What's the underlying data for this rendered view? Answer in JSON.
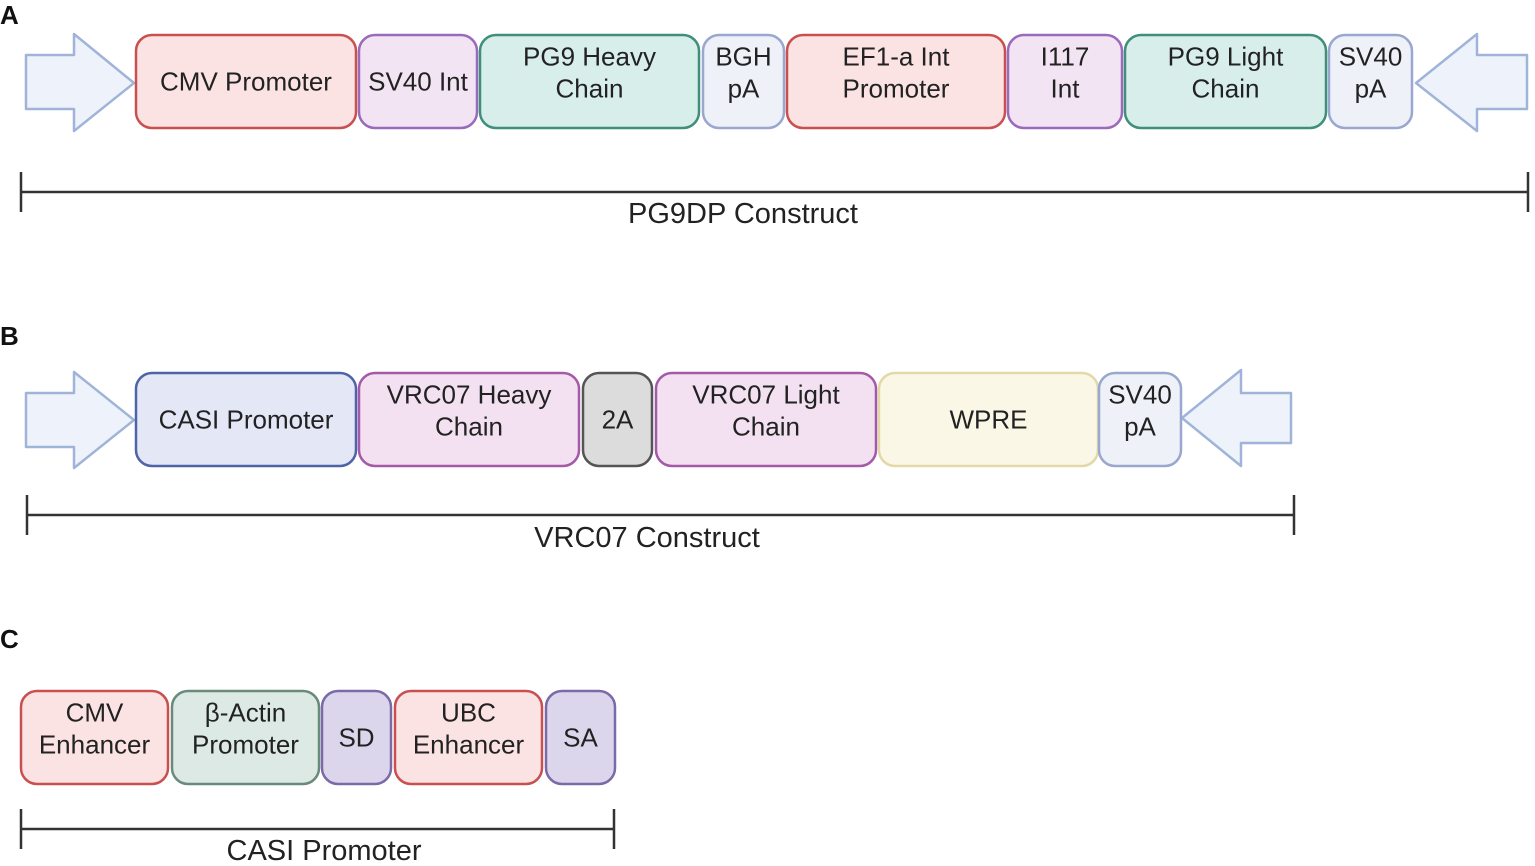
{
  "panels": [
    {
      "letter": "A",
      "construct_label": "PG9DP Construct",
      "elements": [
        {
          "id": "cmv-promoter",
          "lines": [
            "CMV Promoter"
          ],
          "fill": "#fbe3e3",
          "stroke": "#c95050"
        },
        {
          "id": "sv40-int",
          "lines": [
            "SV40 Int"
          ],
          "fill": "#f3e4f3",
          "stroke": "#9a6bbd"
        },
        {
          "id": "pg9-heavy-chain",
          "lines": [
            "PG9 Heavy",
            "Chain"
          ],
          "fill": "#d8eeeb",
          "stroke": "#3f8f7a"
        },
        {
          "id": "bgh-pa",
          "lines": [
            "BGH",
            "pA"
          ],
          "fill": "#eef1f8",
          "stroke": "#9aa7cf"
        },
        {
          "id": "ef1a-int-promoter",
          "lines": [
            "EF1-a Int",
            "Promoter"
          ],
          "fill": "#fbe3e3",
          "stroke": "#c95050"
        },
        {
          "id": "i117-int",
          "lines": [
            "I117",
            "Int"
          ],
          "fill": "#f3e4f3",
          "stroke": "#9a6bbd"
        },
        {
          "id": "pg9-light-chain",
          "lines": [
            "PG9 Light",
            "Chain"
          ],
          "fill": "#d8eeeb",
          "stroke": "#3f8f7a"
        },
        {
          "id": "sv40-pa",
          "lines": [
            "SV40",
            "pA"
          ],
          "fill": "#eef1f8",
          "stroke": "#9aa7cf"
        }
      ]
    },
    {
      "letter": "B",
      "construct_label": "VRC07 Construct",
      "elements": [
        {
          "id": "casi-promoter",
          "lines": [
            "CASI Promoter"
          ],
          "fill": "#e3e7f6",
          "stroke": "#4f63a8"
        },
        {
          "id": "vrc07-heavy-chain",
          "lines": [
            "VRC07 Heavy",
            "Chain"
          ],
          "fill": "#f3e1f2",
          "stroke": "#a45aa8"
        },
        {
          "id": "2a",
          "lines": [
            "2A"
          ],
          "fill": "#dcdcdc",
          "stroke": "#555555"
        },
        {
          "id": "vrc07-light-chain",
          "lines": [
            "VRC07 Light",
            "Chain"
          ],
          "fill": "#f3e1f2",
          "stroke": "#a45aa8"
        },
        {
          "id": "wpre",
          "lines": [
            "WPRE"
          ],
          "fill": "#fbf7e6",
          "stroke": "#e3d9a8"
        },
        {
          "id": "sv40-pa",
          "lines": [
            "SV40",
            "pA"
          ],
          "fill": "#eef1f8",
          "stroke": "#9aa7cf"
        }
      ]
    },
    {
      "letter": "C",
      "construct_label": "CASI Promoter",
      "elements": [
        {
          "id": "cmv-enhancer",
          "lines": [
            "CMV",
            "Enhancer"
          ],
          "fill": "#fbe3e3",
          "stroke": "#c95050"
        },
        {
          "id": "beta-actin-promoter",
          "lines": [
            "β-Actin",
            "Promoter"
          ],
          "fill": "#dde9e4",
          "stroke": "#6a8a7c"
        },
        {
          "id": "sd",
          "lines": [
            "SD"
          ],
          "fill": "#dcd6ec",
          "stroke": "#7b6aa8"
        },
        {
          "id": "ubc-enhancer",
          "lines": [
            "UBC",
            "Enhancer"
          ],
          "fill": "#fbe3e3",
          "stroke": "#c95050"
        },
        {
          "id": "sa",
          "lines": [
            "SA"
          ],
          "fill": "#dcd6ec",
          "stroke": "#7b6aa8"
        }
      ]
    }
  ],
  "colors": {
    "arrow_fill": "#eef3fb",
    "arrow_stroke": "#9fb4d8",
    "text": "#222222",
    "scale_line": "#333333"
  }
}
